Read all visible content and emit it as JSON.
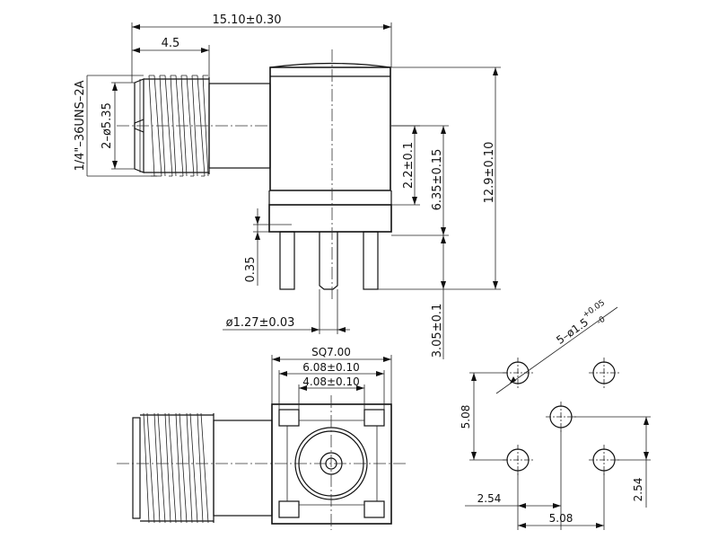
{
  "dimensions": {
    "overall_length": "15.10±0.30",
    "thread_length": "4.5",
    "thread_spec": "1/4\"–36UNS–2A",
    "thread_dia": "2–ø5.35",
    "height_2_2": "2.2±0.1",
    "height_6_35": "6.35±0.15",
    "height_12_9": "12.9±0.10",
    "pin_step": "0.35",
    "pin_dia": "ø1.27±0.03",
    "pin_length": "3.05±0.1",
    "square_size": "SQ7.00",
    "square_inner_1": "6.08±0.10",
    "square_inner_2": "4.08±0.10",
    "hole_spec": "5–ø1.5",
    "hole_tol_plus": "+0.05",
    "hole_tol_minus": "-0",
    "pitch_v_5_08": "5.08",
    "pitch_h_5_08": "5.08",
    "pitch_h_2_54": "2.54",
    "pitch_v_2_54": "2.54"
  }
}
